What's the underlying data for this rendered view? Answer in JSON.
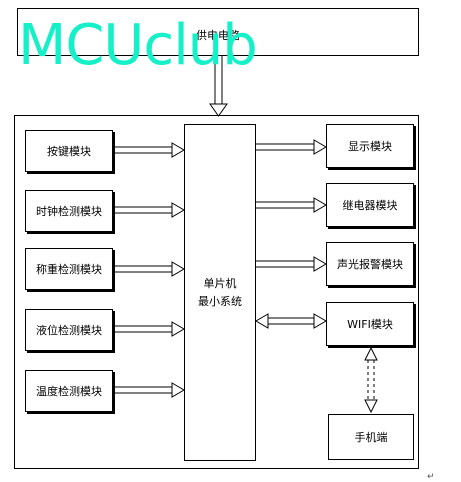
{
  "power": {
    "label": "供电电路"
  },
  "watermark": {
    "text": "MCUclub"
  },
  "mcu": {
    "line1": "单片机",
    "line2": "最小系统"
  },
  "inputs": [
    {
      "label": "按键模块"
    },
    {
      "label": "时钟检测模块"
    },
    {
      "label": "称重检测模块"
    },
    {
      "label": "液位检测模块"
    },
    {
      "label": "温度检测模块"
    }
  ],
  "outputs": [
    {
      "label": "显示模块"
    },
    {
      "label": "继电器模块"
    },
    {
      "label": "声光报警模块"
    },
    {
      "label": "WIFI模块"
    }
  ],
  "phone": {
    "label": "手机端"
  },
  "paragraph_mark": "↵"
}
